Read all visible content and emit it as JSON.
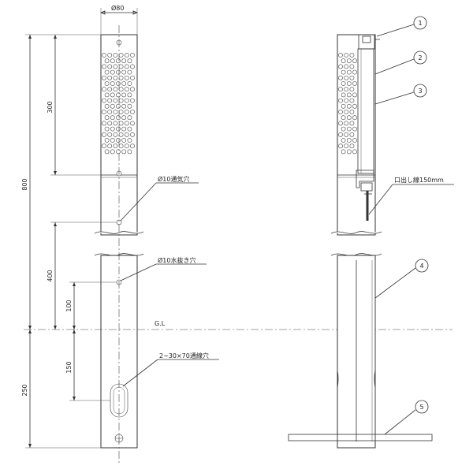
{
  "dimensions": {
    "diameter": "Ø80",
    "overall_height": "800",
    "perforated_length": "300",
    "below_vent": "400",
    "drain_height": "100",
    "buried_depth": "250",
    "cable_hole_offset": "150"
  },
  "annotations": {
    "vent_hole": "Ø10通気穴",
    "drain_hole": "Ø10水抜き穴",
    "cable_hole": "2−30×70通線穴",
    "cable_length": "口出し線150mm",
    "ground_line": "G.L"
  },
  "callouts": [
    "1",
    "2",
    "3",
    "4",
    "5"
  ],
  "colors": {
    "line": "#333333",
    "background": "#ffffff"
  }
}
